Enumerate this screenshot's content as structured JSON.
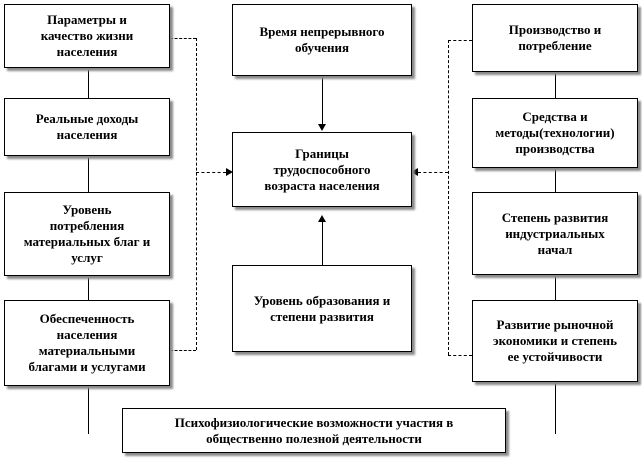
{
  "nodes": {
    "left_1": "Параметры и\nкачество жизни\nнаселения",
    "left_2": "Реальные доходы\nнаселения",
    "left_3": "Уровень\nпотребления\nматериальных благ и\nуслуг",
    "left_4": "Обеспеченность\nнаселения\nматериальными\nблагами и услугами",
    "top_center": "Время непрерывного\nобучения",
    "center": "Границы\nтрудоспособного\nвозраста населения",
    "bottom_center": "Уровень образования и\nстепени развития",
    "right_1": "Производство и\nпотребление",
    "right_2": "Средства и\nметоды(технологии)\nпроизводства",
    "right_3": "Степень развития\nиндустриальных\nначал",
    "right_4": "Развитие рыночной\nэкономики и степень\nее устойчивости",
    "bottom": "Психофизиологические  возможности участия в\nобщественно полезной деятельности"
  }
}
